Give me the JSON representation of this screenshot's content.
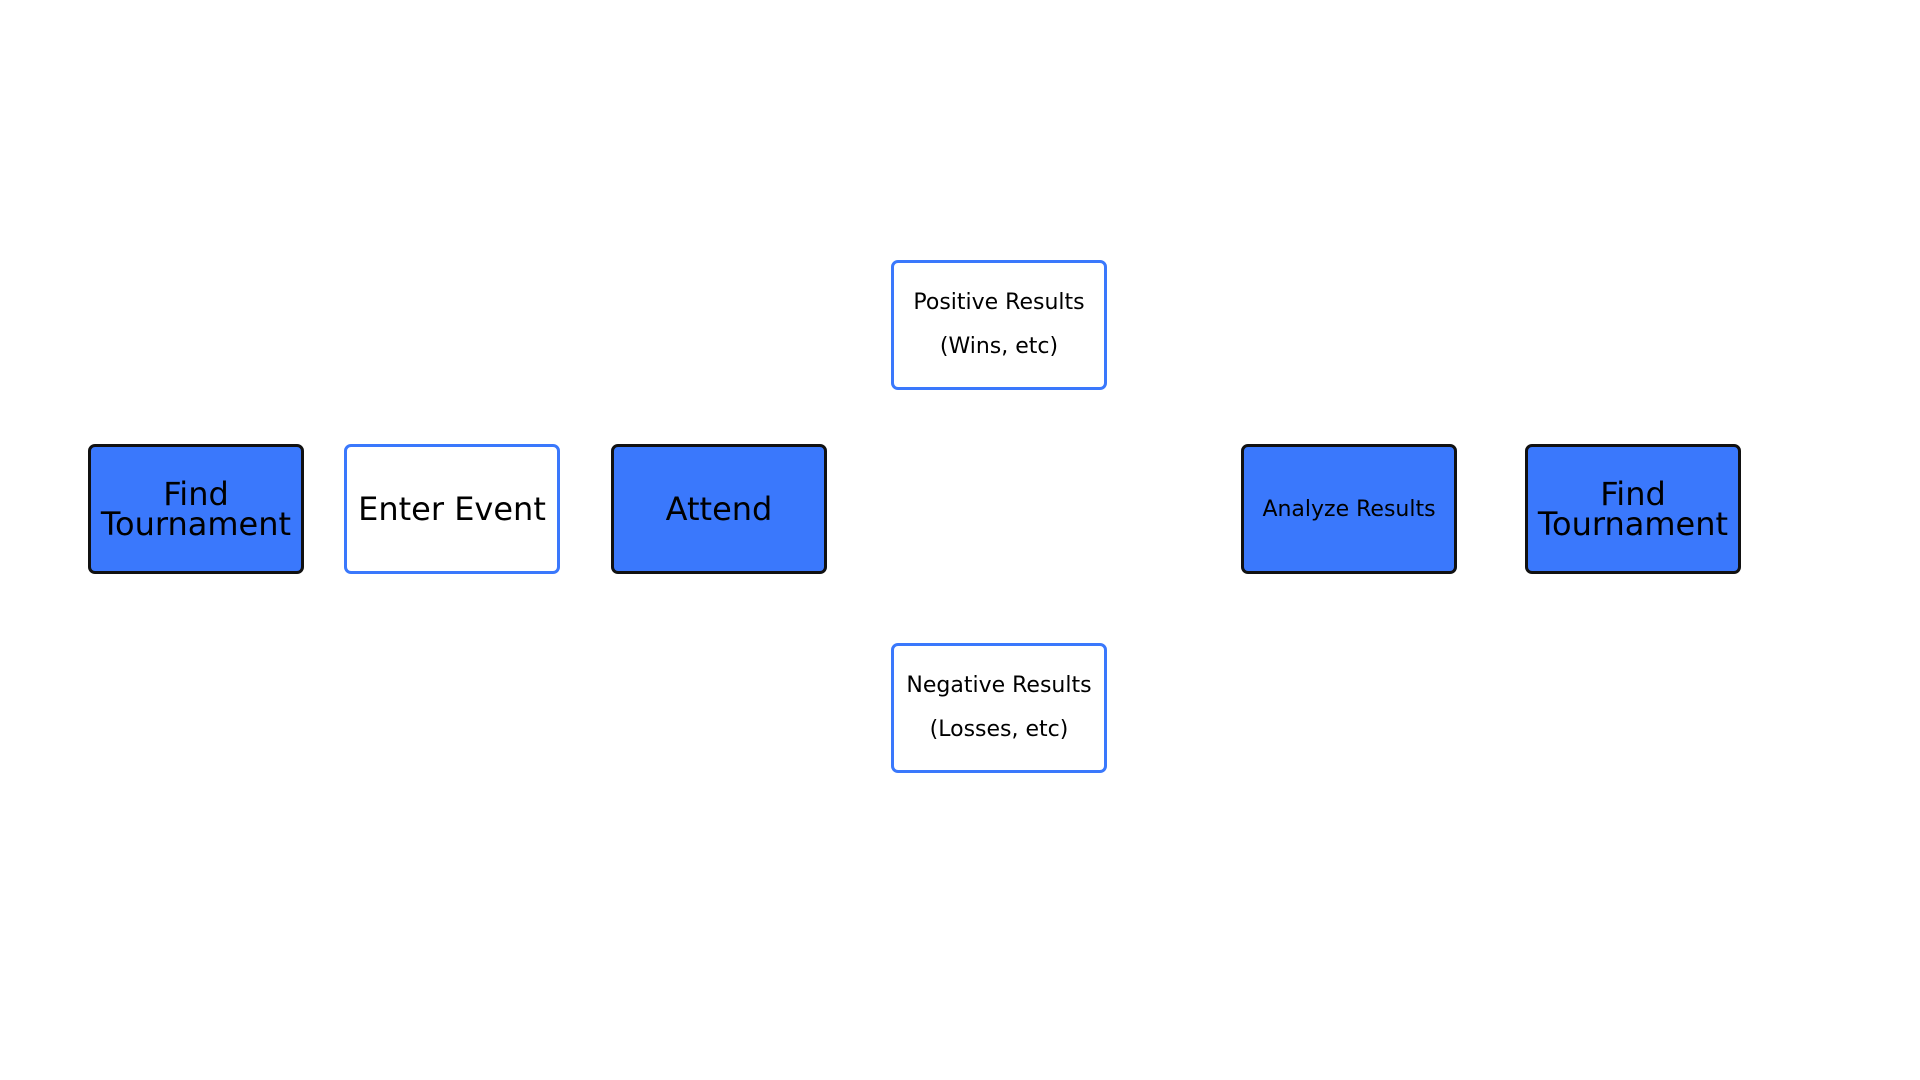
{
  "diagram": {
    "nodes": {
      "find_tournament_1": {
        "lines": [
          "Find",
          "Tournament"
        ],
        "style": "filled"
      },
      "enter_event": {
        "lines": [
          "Enter Event"
        ],
        "style": "outline"
      },
      "attend": {
        "lines": [
          "Attend"
        ],
        "style": "filled"
      },
      "positive_results": {
        "lines": [
          "Positive Results",
          "(Wins, etc)"
        ],
        "style": "outline"
      },
      "negative_results": {
        "lines": [
          "Negative Results",
          "(Losses, etc)"
        ],
        "style": "outline"
      },
      "analyze_results": {
        "lines": [
          "Analyze Results"
        ],
        "style": "filled"
      },
      "find_tournament_2": {
        "lines": [
          "Find",
          "Tournament"
        ],
        "style": "filled"
      }
    }
  },
  "colors": {
    "fill_blue": "#3a78fc",
    "outline_dark": "#111111",
    "background": "#ffffff",
    "text": "#000000"
  }
}
